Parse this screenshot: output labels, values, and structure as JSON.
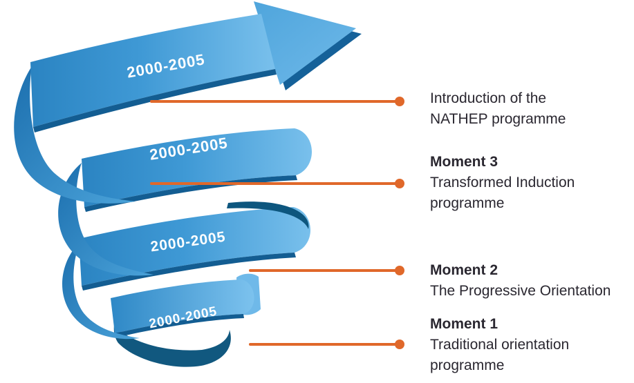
{
  "spiral": {
    "coils": [
      {
        "label": "2000-2005"
      },
      {
        "label": "2000-2005"
      },
      {
        "label": "2000-2005"
      },
      {
        "label": "2000-2005"
      }
    ]
  },
  "milestones": [
    {
      "title": "",
      "lines": [
        "Introduction of the",
        "NATHEP programme"
      ]
    },
    {
      "title": "Moment 3",
      "lines": [
        "Transformed Induction",
        "programme"
      ]
    },
    {
      "title": "Moment 2",
      "lines": [
        "The Progressive Orientation",
        ""
      ]
    },
    {
      "title": "Moment 1",
      "lines": [
        "Traditional orientation",
        "programme"
      ]
    }
  ],
  "colors": {
    "ribbon_blue": "#3f99d5",
    "ribbon_blue_light": "#79c0ec",
    "ribbon_blue_dark": "#135d92",
    "ribbon_inner_dark": "#0d567e",
    "connector_orange": "#e0682a",
    "text_dark": "#2a2730",
    "label_white": "#ffffff"
  }
}
